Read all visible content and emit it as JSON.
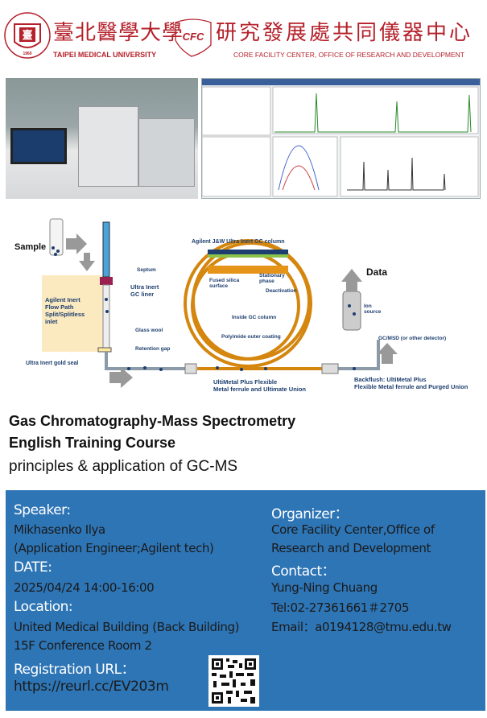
{
  "header": {
    "university_cn": "臺北醫學大學",
    "university_en": "TAIPEI MEDICAL UNIVERSITY",
    "seal_text": "TAIPEI MEDICAL UNIVERSITY",
    "seal_year": "1960",
    "cfc_logo": "CFC",
    "center_cn": "研究發展處共同儀器中心",
    "center_en": "CORE FACILITY CENTER, OFFICE OF RESEARCH AND DEVELOPMENT",
    "brand_color": "#b5202a"
  },
  "diagram": {
    "sample": "Sample",
    "column_title": "Agilent J&W Ultra Inert GC column",
    "septum": "Septum",
    "liner": [
      "Ultra Inert",
      "GC liner"
    ],
    "inlet": [
      "Agilent Inert",
      "Flow Path",
      "Split/Splitless",
      "inlet"
    ],
    "glass_wool": "Glass wool",
    "retention_gap": "Retention gap",
    "gold_seal": "Ultra Inert gold seal",
    "fused_silica": [
      "Fused silica",
      "surface"
    ],
    "stationary": [
      "Stationary",
      "phase"
    ],
    "deactivation": "Deactivation",
    "inside": "Inside GC column",
    "polyimide": "Polyimide outer coating",
    "union": [
      "UltiMetal Plus Flexible",
      "Metal ferrule and Ultimate Union"
    ],
    "backflush": [
      "Backflush: UltiMetal Plus",
      "Flexible Metal ferrule and Purged Union"
    ],
    "data": "Data",
    "ion_source": [
      "Ion",
      "source"
    ],
    "detector": "GC/MSD (or other detector)"
  },
  "title": {
    "line1": "Gas Chromatography-Mass Spectrometry",
    "line2": "English Training Course",
    "line3": "principles & application of GC-MS"
  },
  "info": {
    "speaker_label": "Speaker:",
    "speaker_name": "Mikhasenko Ilya",
    "speaker_role": "(Application Engineer;Agilent tech)",
    "date_label": "DATE:",
    "date_value": "2025/04/24 14:00-16:00",
    "location_label": "Location:",
    "location_line1": "United Medical Building (Back Building)",
    "location_line2": "15F Conference Room 2",
    "registration_label": "Registration URL：",
    "registration_url": "https://reurl.cc/EV203m",
    "organizer_label": "Organizer：",
    "organizer_line1": "Core Facility Center,Office of",
    "organizer_line2": "Research and Development",
    "contact_label": "Contact：",
    "contact_name": "Yung-Ning Chuang",
    "contact_tel": "Tel:02-27361661＃2705",
    "contact_email": "Email：a0194128@tmu.edu.tw",
    "panel_color": "#2e75b6"
  }
}
